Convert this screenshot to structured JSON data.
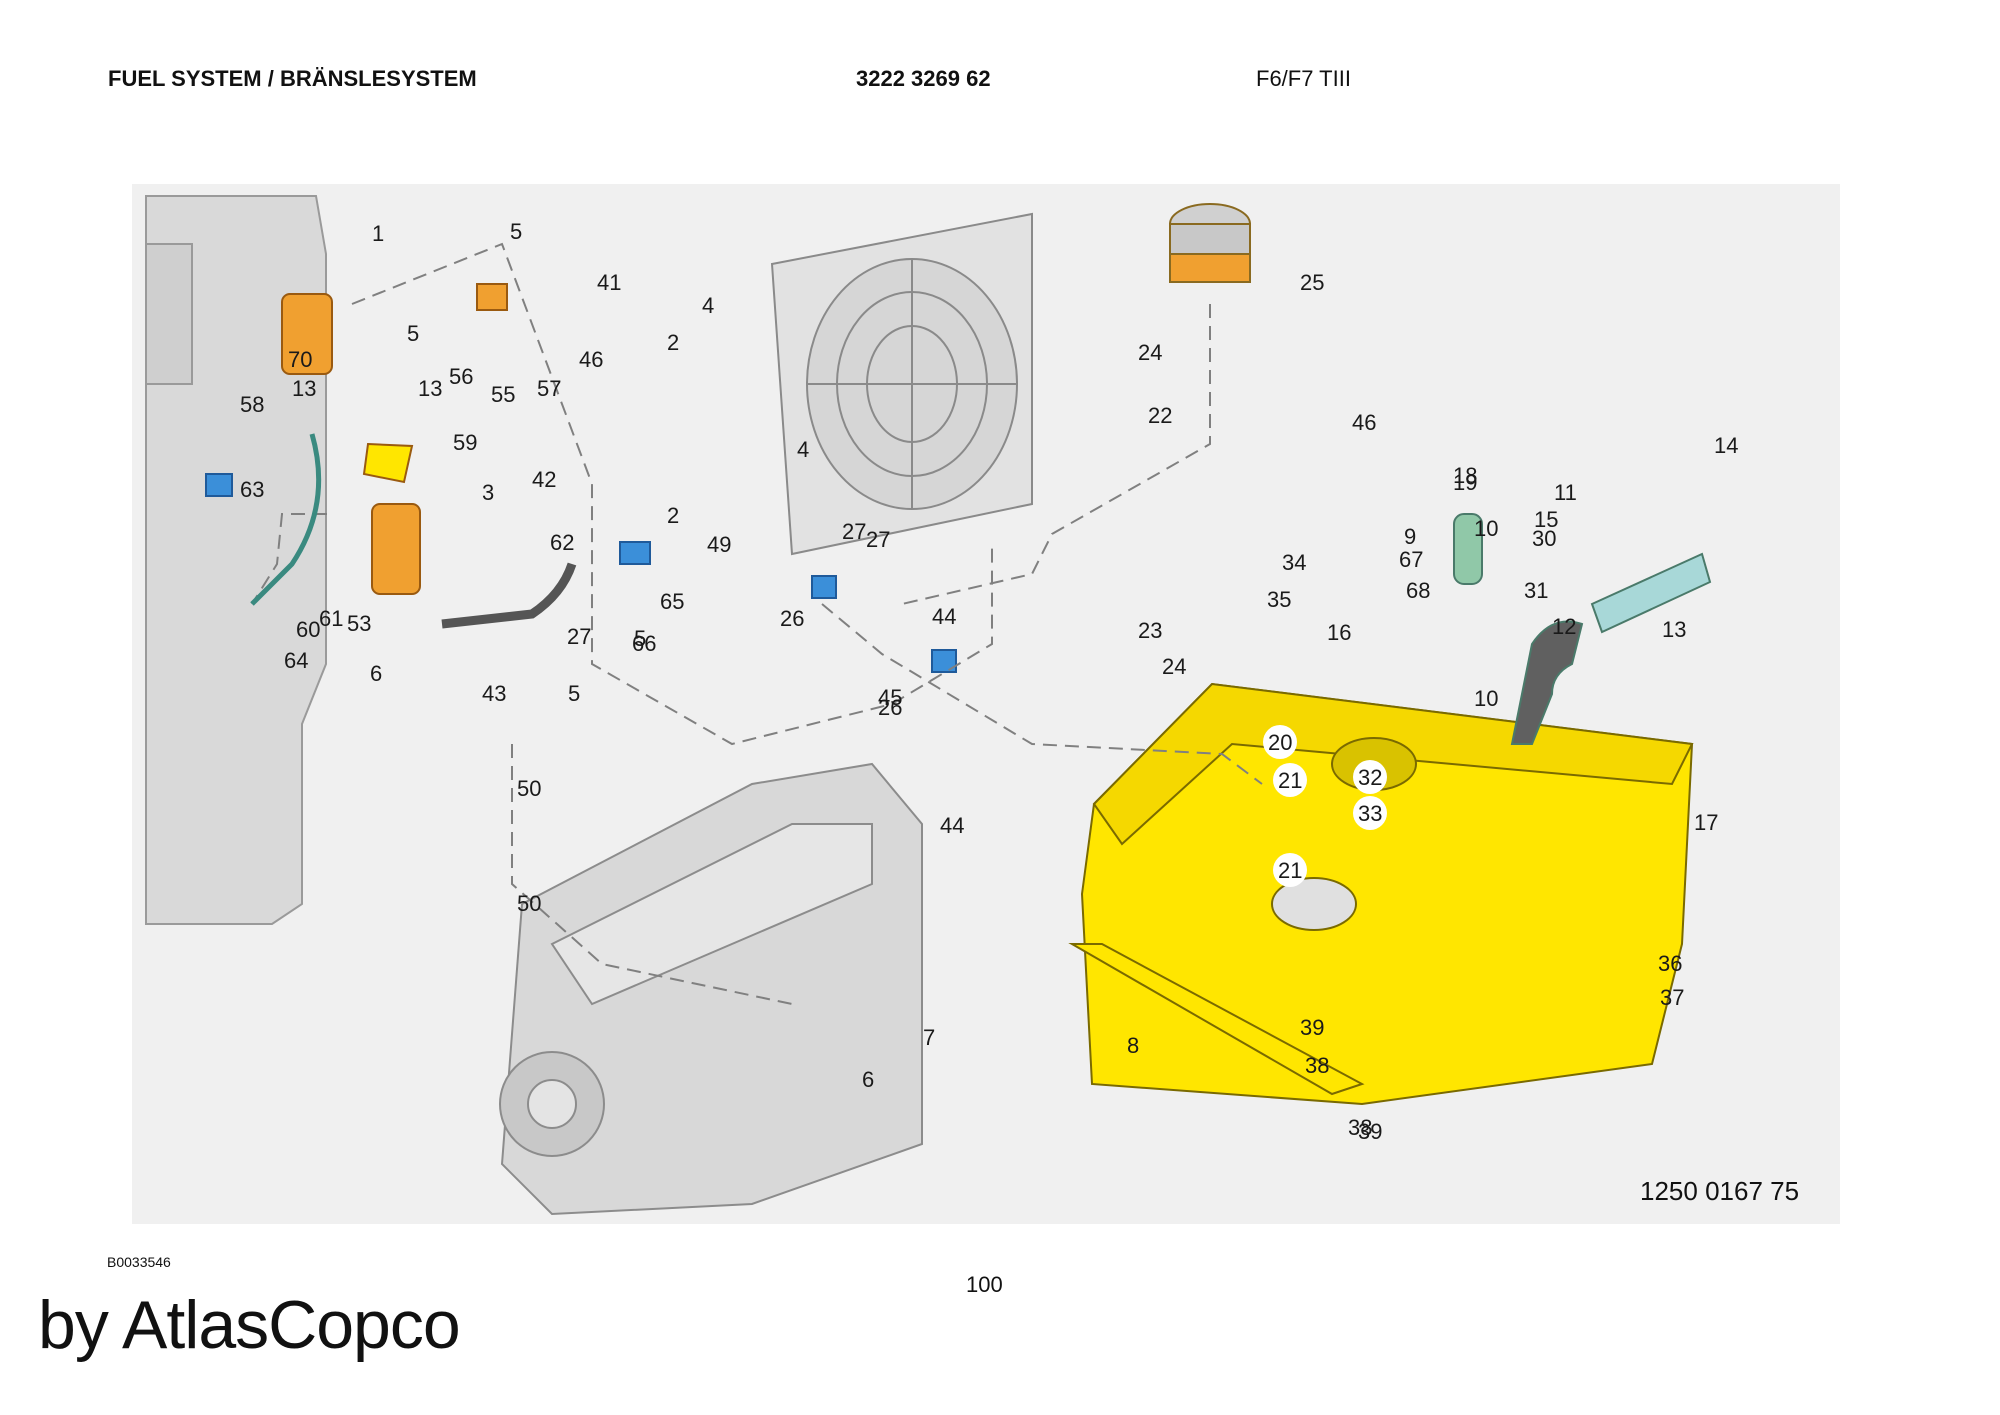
{
  "header": {
    "title": "FUEL SYSTEM / BRÄNSLESYSTEM",
    "part_number": "3222 3269 62",
    "model": "F6/F7 TIII"
  },
  "diagram": {
    "drawing_number": "1250 0167 75",
    "callouts": [
      "1",
      "2",
      "2",
      "3",
      "4",
      "4",
      "5",
      "5",
      "5",
      "5",
      "6",
      "6",
      "7",
      "8",
      "9",
      "10",
      "10",
      "11",
      "12",
      "13",
      "13",
      "13",
      "14",
      "15",
      "16",
      "17",
      "18",
      "19",
      "20",
      "21",
      "21",
      "22",
      "23",
      "24",
      "24",
      "25",
      "26",
      "26",
      "27",
      "27",
      "27",
      "30",
      "31",
      "32",
      "33",
      "34",
      "35",
      "36",
      "37",
      "38",
      "38",
      "39",
      "39",
      "41",
      "42",
      "43",
      "44",
      "44",
      "45",
      "46",
      "46",
      "49",
      "50",
      "50",
      "53",
      "55",
      "56",
      "57",
      "58",
      "59",
      "60",
      "61",
      "62",
      "63",
      "64",
      "65",
      "66",
      "67",
      "68",
      "70"
    ],
    "colors": {
      "tank": "#ffe600",
      "filter": "#f0a030",
      "block": "#3b8fd9",
      "pipe": "#a8d8d8",
      "grey": "#bfbfbf"
    }
  },
  "footer": {
    "doc_id": "B0033546",
    "page": "100",
    "brand": "by AtlasCopco"
  }
}
